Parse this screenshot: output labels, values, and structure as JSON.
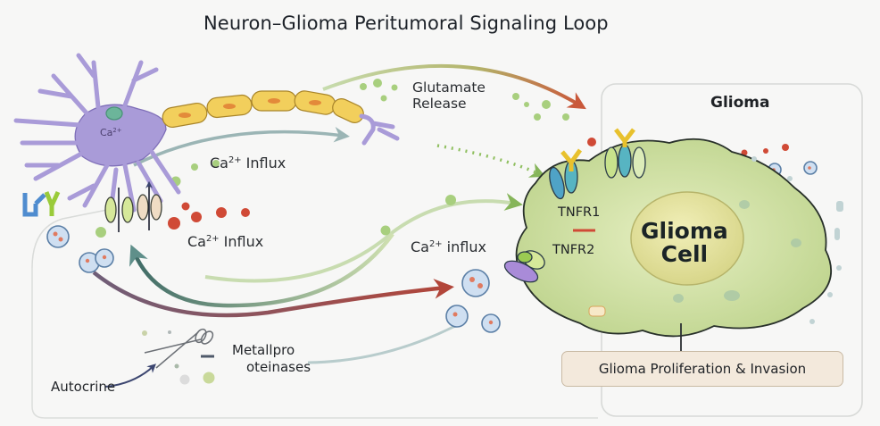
{
  "title": "Neuron–Glioma Peritumoral Signaling Loop",
  "neuron": {
    "soma_label_base": "Ca",
    "soma_label_sup": "2+"
  },
  "labels": {
    "glutamate_release_line1": "Glutamate",
    "glutamate_release_line2": "Release",
    "ca_influx_upper": {
      "base": "Ca",
      "sup": "2+",
      "rest": " Influx"
    },
    "ca_influx_lower": {
      "base": "Ca",
      "sup": "2+",
      "rest": " Influx"
    },
    "ca_influx_right": {
      "base": "Ca",
      "sup": "2+",
      "rest": " influx"
    },
    "metalloproteinases_line1": "Metallpro",
    "metalloproteinases_line2": "oteinases",
    "autocrine": "Autocrine"
  },
  "glioma": {
    "region_label": "Glioma",
    "receptor_1": "TNFR1",
    "receptor_2": "TNFR2",
    "cell_line1": "Glioma",
    "cell_line2": "Cell",
    "outcome": "Glioma Proliferation & Invasion"
  },
  "colors": {
    "neuron": "#a79ad6",
    "myelin": "#f2cf5c",
    "glioma_cytoplasm": "#cfe0a4",
    "nucleus": "#e3e39a",
    "arrow_red": "#c75a3c",
    "arrow_green": "#8fbf5f",
    "arrow_teal": "#7aa6a6",
    "arrow_maroon": "#8a4a4a",
    "outcome_fill": "#f3e9dc"
  }
}
